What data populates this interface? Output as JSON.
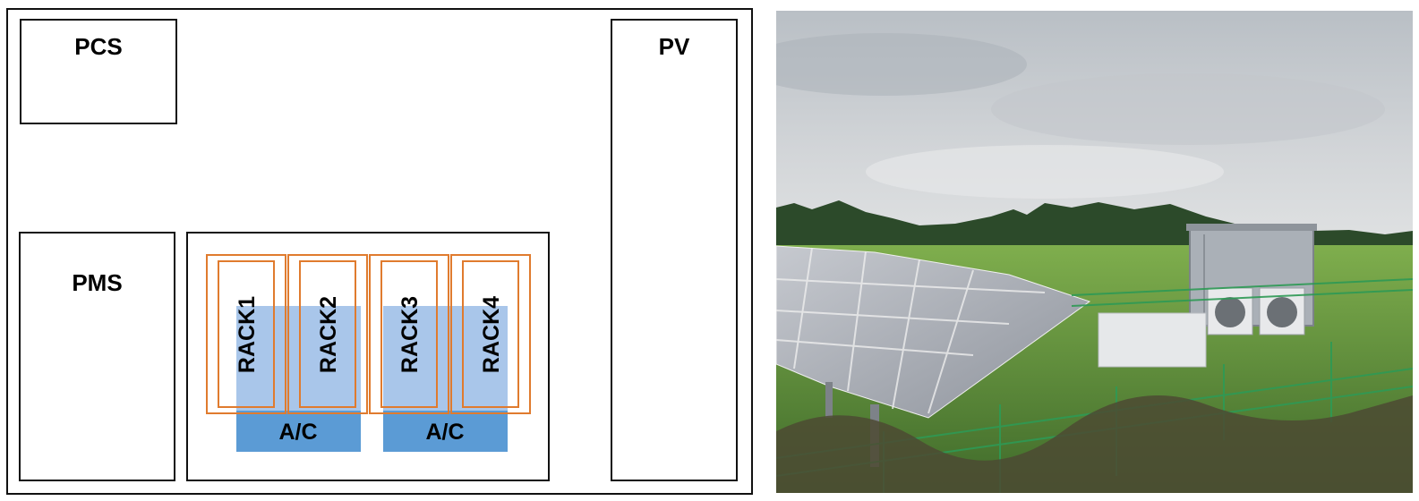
{
  "diagram": {
    "pcs_label": "PCS",
    "pv_label": "PV",
    "pms_label": "PMS",
    "racks": [
      "RACK1",
      "RACK2",
      "RACK3",
      "RACK4"
    ],
    "ac_units": [
      "A/C",
      "A/C"
    ],
    "colors": {
      "outline": "#111111",
      "rack_outline": "#e07b2e",
      "ac_fill": "#5b9bd5",
      "ac_light_fill": "#a9c6ea"
    }
  },
  "photo": {
    "subject": "site photo",
    "colors": {
      "sky": "#c9cdd1",
      "grass": "#5f8f3b",
      "fence": "#2e9a55",
      "container": "#aab0b7"
    }
  }
}
